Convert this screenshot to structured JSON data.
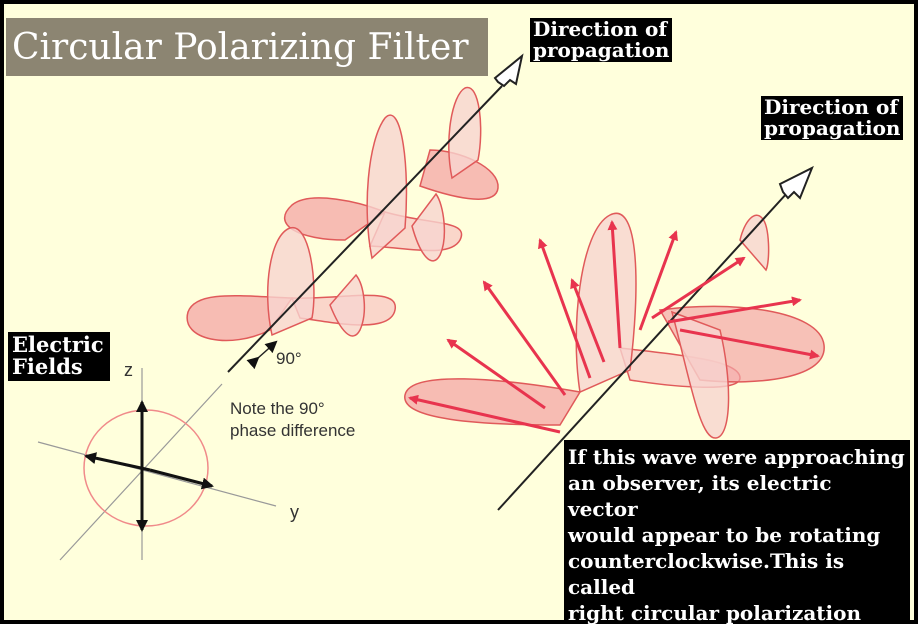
{
  "title": "Circular Polarizing Filter",
  "labels": {
    "direction1": "Direction of propagation",
    "direction1_line1": "Direction of",
    "direction1_line2": "propagation",
    "direction2_line1": "Direction of",
    "direction2_line2": "propagation",
    "electric_line1": "Electric",
    "electric_line2": "Fields",
    "angle": "90°",
    "note_line1": "Note the 90°",
    "note_line2": "phase difference",
    "axis_z": "z",
    "axis_y": "y",
    "explanation_lines": [
      "If this wave were approaching",
      "an observer, its electric vector",
      "would appear to be rotating",
      "counterclockwise.This is called",
      "right circular polarization"
    ]
  },
  "colors": {
    "background": "#ffffdc",
    "wave_fill": "#f4a6a6",
    "wave_stroke": "#e05a5a",
    "arrow": "#e8344e",
    "title_bg": "#8c8572",
    "label_bg": "#000000"
  },
  "icons": {
    "propagation_arrow": "hollow-arrow-icon"
  }
}
